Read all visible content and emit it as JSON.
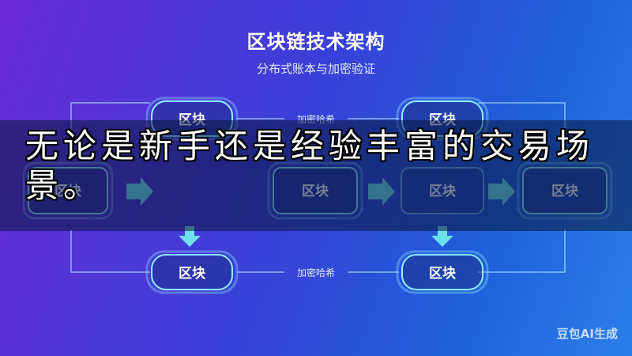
{
  "header": {
    "title": "区块链技术架构",
    "subtitle": "分布式账本与加密验证"
  },
  "nodes": {
    "label": "区块"
  },
  "edges": {
    "label": "加密哈希"
  },
  "caption": {
    "text": "无论是新手还是经验丰富的交易场景。"
  },
  "watermark": {
    "text": "豆包AI生成"
  },
  "colors": {
    "node_stroke": "#8df0ff",
    "arrow": "#6fe0f0"
  }
}
